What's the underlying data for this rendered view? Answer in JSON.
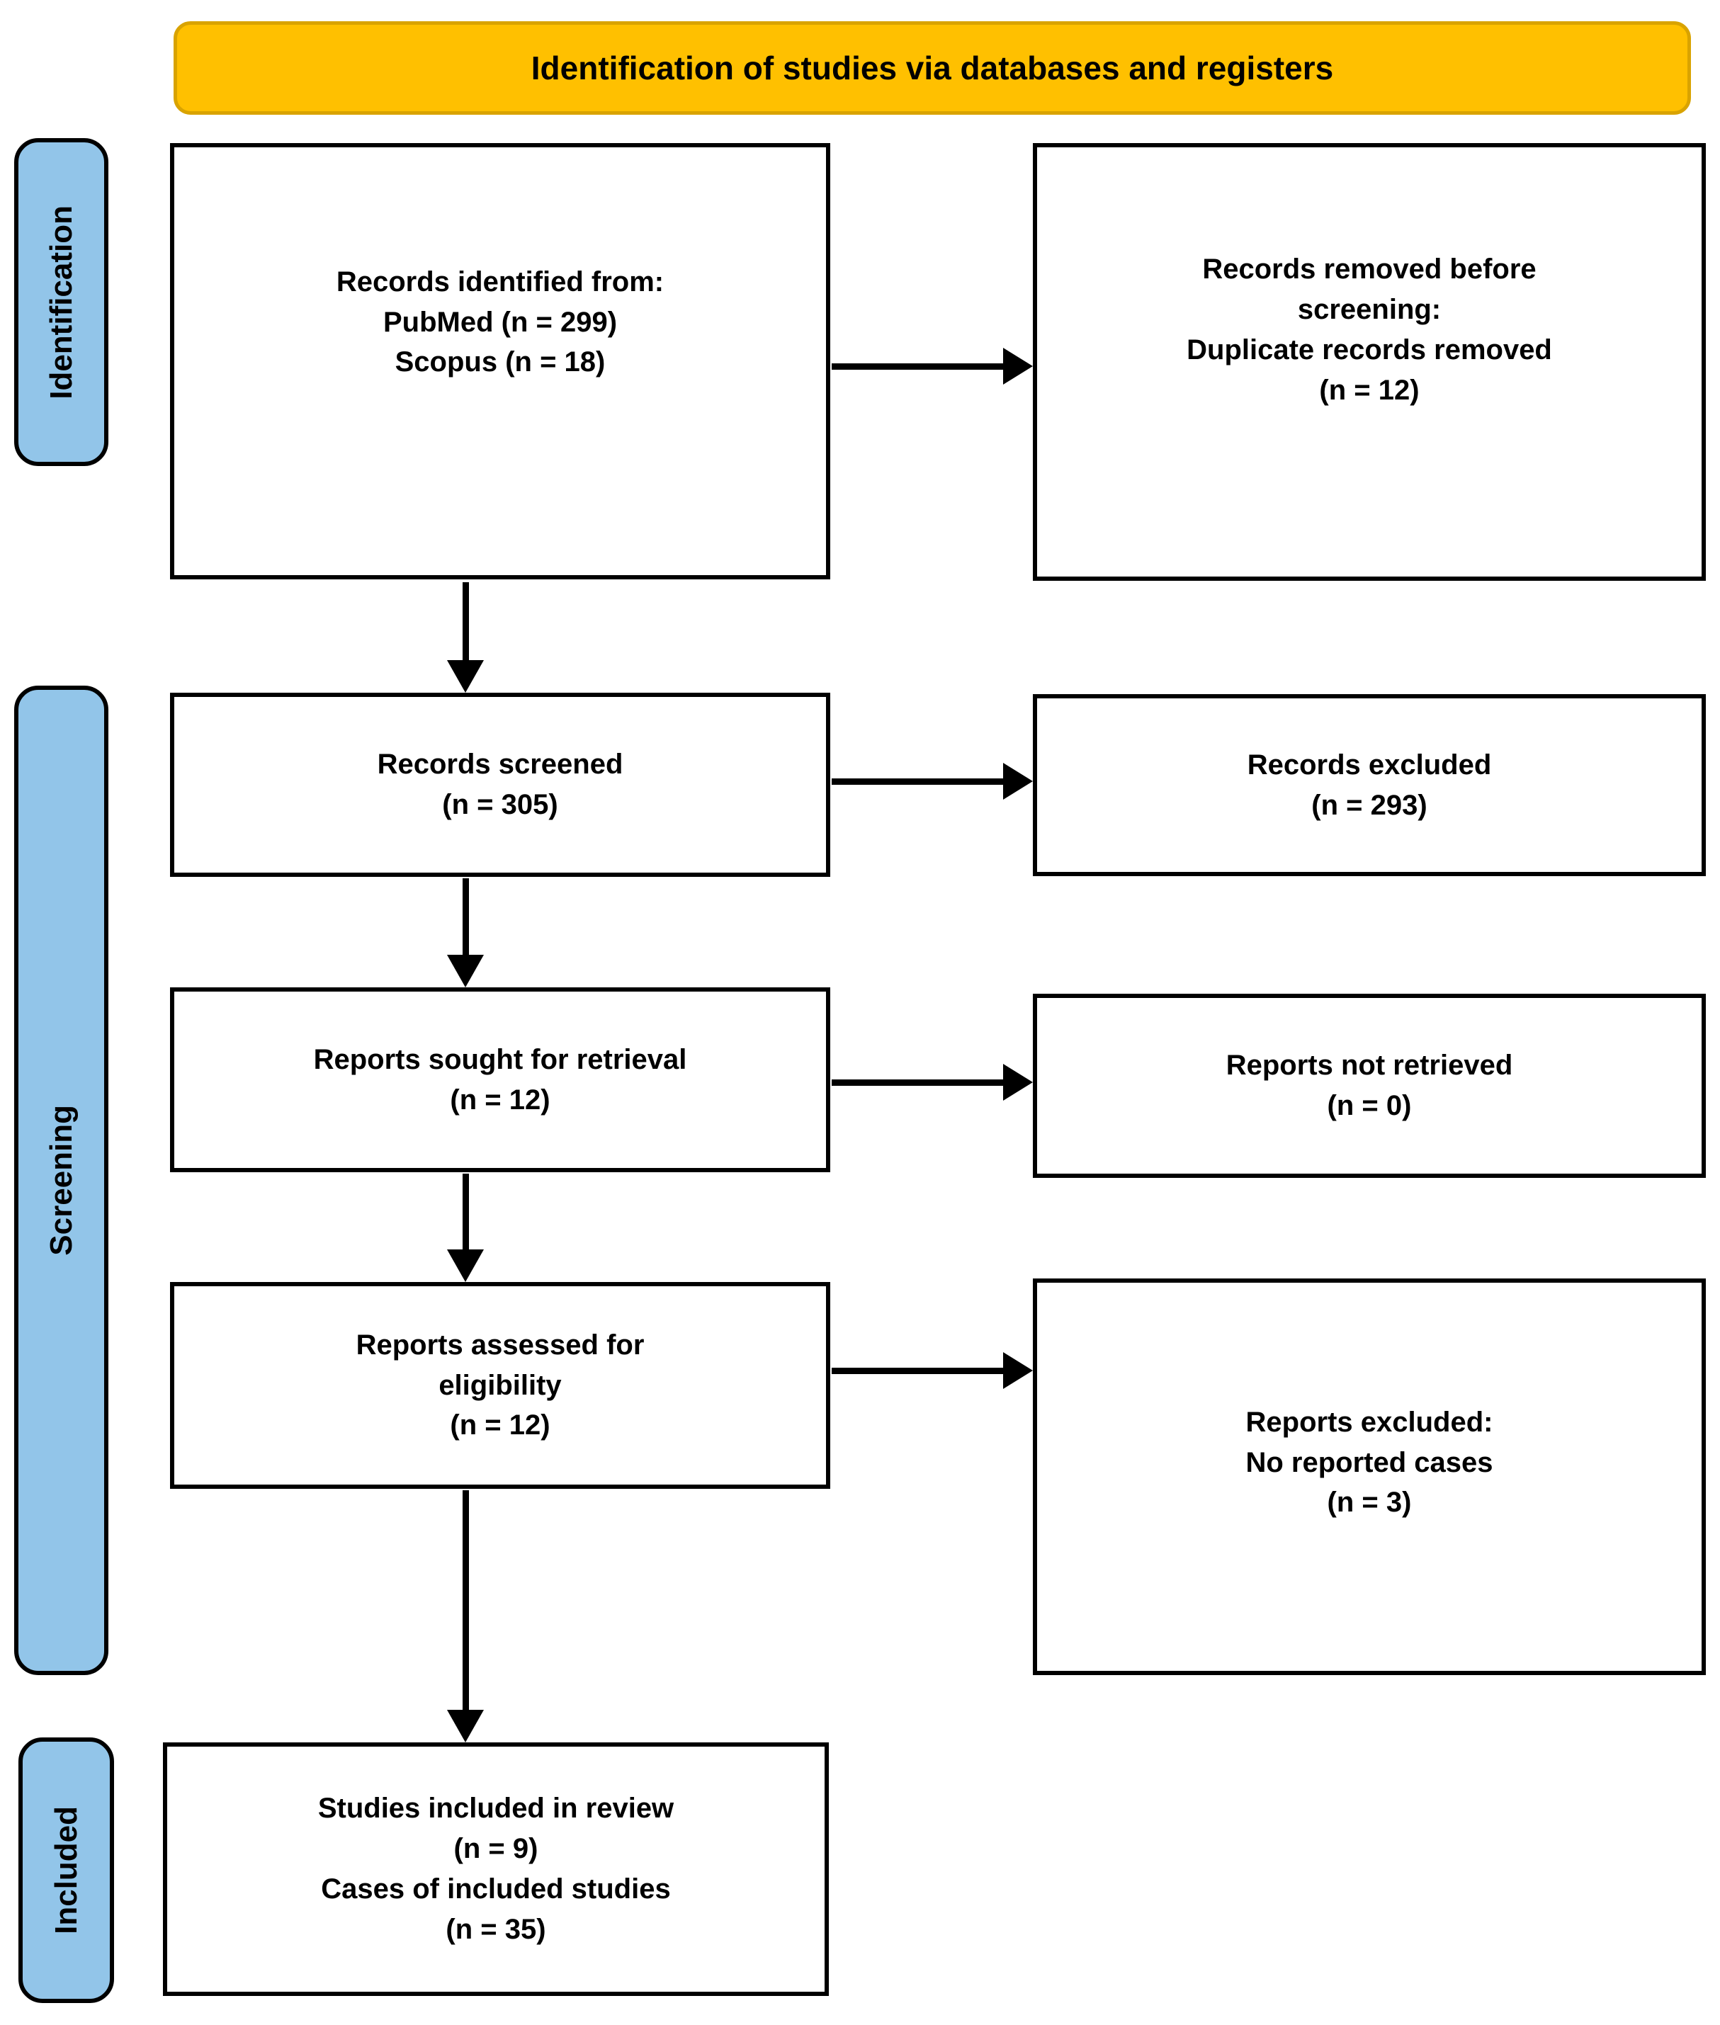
{
  "banner": {
    "label": "Identification of studies via databases and registers"
  },
  "sidebar": {
    "items": [
      {
        "label": "Identification"
      },
      {
        "label": "Screening"
      },
      {
        "label": "Included"
      }
    ]
  },
  "flow": {
    "boxes": [
      {
        "name": "records-identified",
        "lines": [
          "Records identified from:",
          "PubMed (n = 299)",
          "Scopus (n = 18)"
        ]
      },
      {
        "name": "records-removed",
        "lines": [
          "Records removed before",
          "screening:",
          "Duplicate records removed",
          "(n = 12)"
        ]
      },
      {
        "name": "records-screened",
        "lines": [
          "Records screened",
          "(n = 305)"
        ]
      },
      {
        "name": "records-excluded",
        "lines": [
          "Records excluded",
          "(n = 293)"
        ]
      },
      {
        "name": "reports-sought",
        "lines": [
          "Reports sought for retrieval",
          "(n = 12)"
        ]
      },
      {
        "name": "reports-not-retrieved",
        "lines": [
          "Reports not retrieved",
          "(n = 0)"
        ]
      },
      {
        "name": "reports-assessed",
        "lines": [
          "Reports assessed for",
          "eligibility",
          "(n = 12)"
        ]
      },
      {
        "name": "reports-excluded",
        "lines": [
          "Reports excluded:",
          "No reported cases",
          "(n = 3)"
        ]
      },
      {
        "name": "studies-included",
        "lines": [
          "Studies included in review",
          "(n = 9)",
          "Cases of included studies",
          "(n = 35)"
        ]
      }
    ]
  },
  "arrows": [
    {
      "from": "records-identified",
      "to": "records-removed",
      "direction": "right"
    },
    {
      "from": "records-identified",
      "to": "records-screened",
      "direction": "down"
    },
    {
      "from": "records-screened",
      "to": "records-excluded",
      "direction": "right"
    },
    {
      "from": "records-screened",
      "to": "reports-sought",
      "direction": "down"
    },
    {
      "from": "reports-sought",
      "to": "reports-not-retrieved",
      "direction": "right"
    },
    {
      "from": "reports-sought",
      "to": "reports-assessed",
      "direction": "down"
    },
    {
      "from": "reports-assessed",
      "to": "reports-excluded",
      "direction": "right"
    },
    {
      "from": "reports-assessed",
      "to": "studies-included",
      "direction": "down"
    }
  ],
  "colors": {
    "banner_fill": "#FFC000",
    "banner_border": "#D9A300",
    "sidebar_fill": "#92C5E9",
    "sidebar_border": "#000000",
    "box_border": "#000000",
    "arrow": "#000000",
    "text": "#000000",
    "background": "#FFFFFF"
  }
}
